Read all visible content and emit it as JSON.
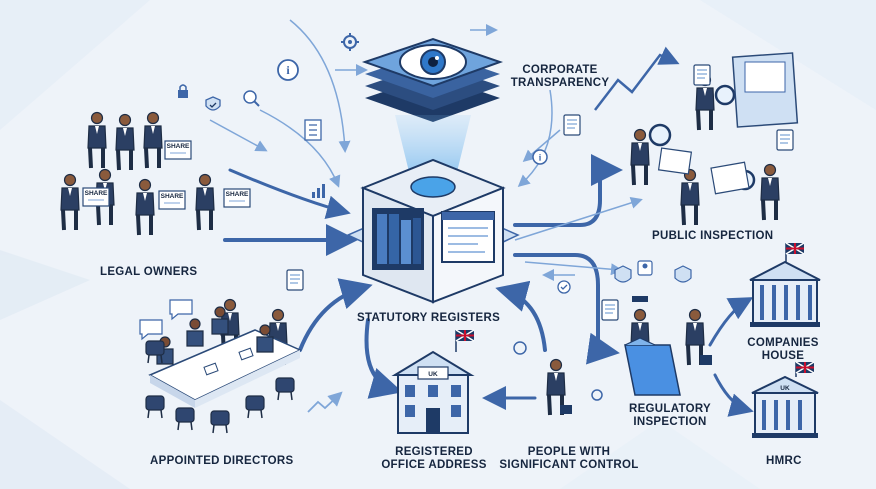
{
  "labels": {
    "corporate_transparency": [
      "Corporate",
      "Transparency"
    ],
    "public_inspection": "Public Inspection",
    "legal_owners": "Legal Owners",
    "statutory_registers": "Statutory Registers",
    "companies_house": [
      "Companies",
      "House"
    ],
    "regulatory_inspection": [
      "Regulatory",
      "Inspection"
    ],
    "appointed_directors": "Appointed Directors",
    "registered_office_address": [
      "Registered",
      "Office Address"
    ],
    "people_with_significant_control": [
      "People With",
      "Significant Control"
    ],
    "hmrc": "HMRC"
  },
  "badges": {
    "share": "SHARE",
    "uk": "UK"
  },
  "colors": {
    "background": "#eef3f9",
    "navy": "#1e3a66",
    "arrow_blue": "#3d66a8",
    "accent_blue": "#4a90e2",
    "light_blue": "#cfe0f3",
    "union_red": "#c8102e"
  }
}
